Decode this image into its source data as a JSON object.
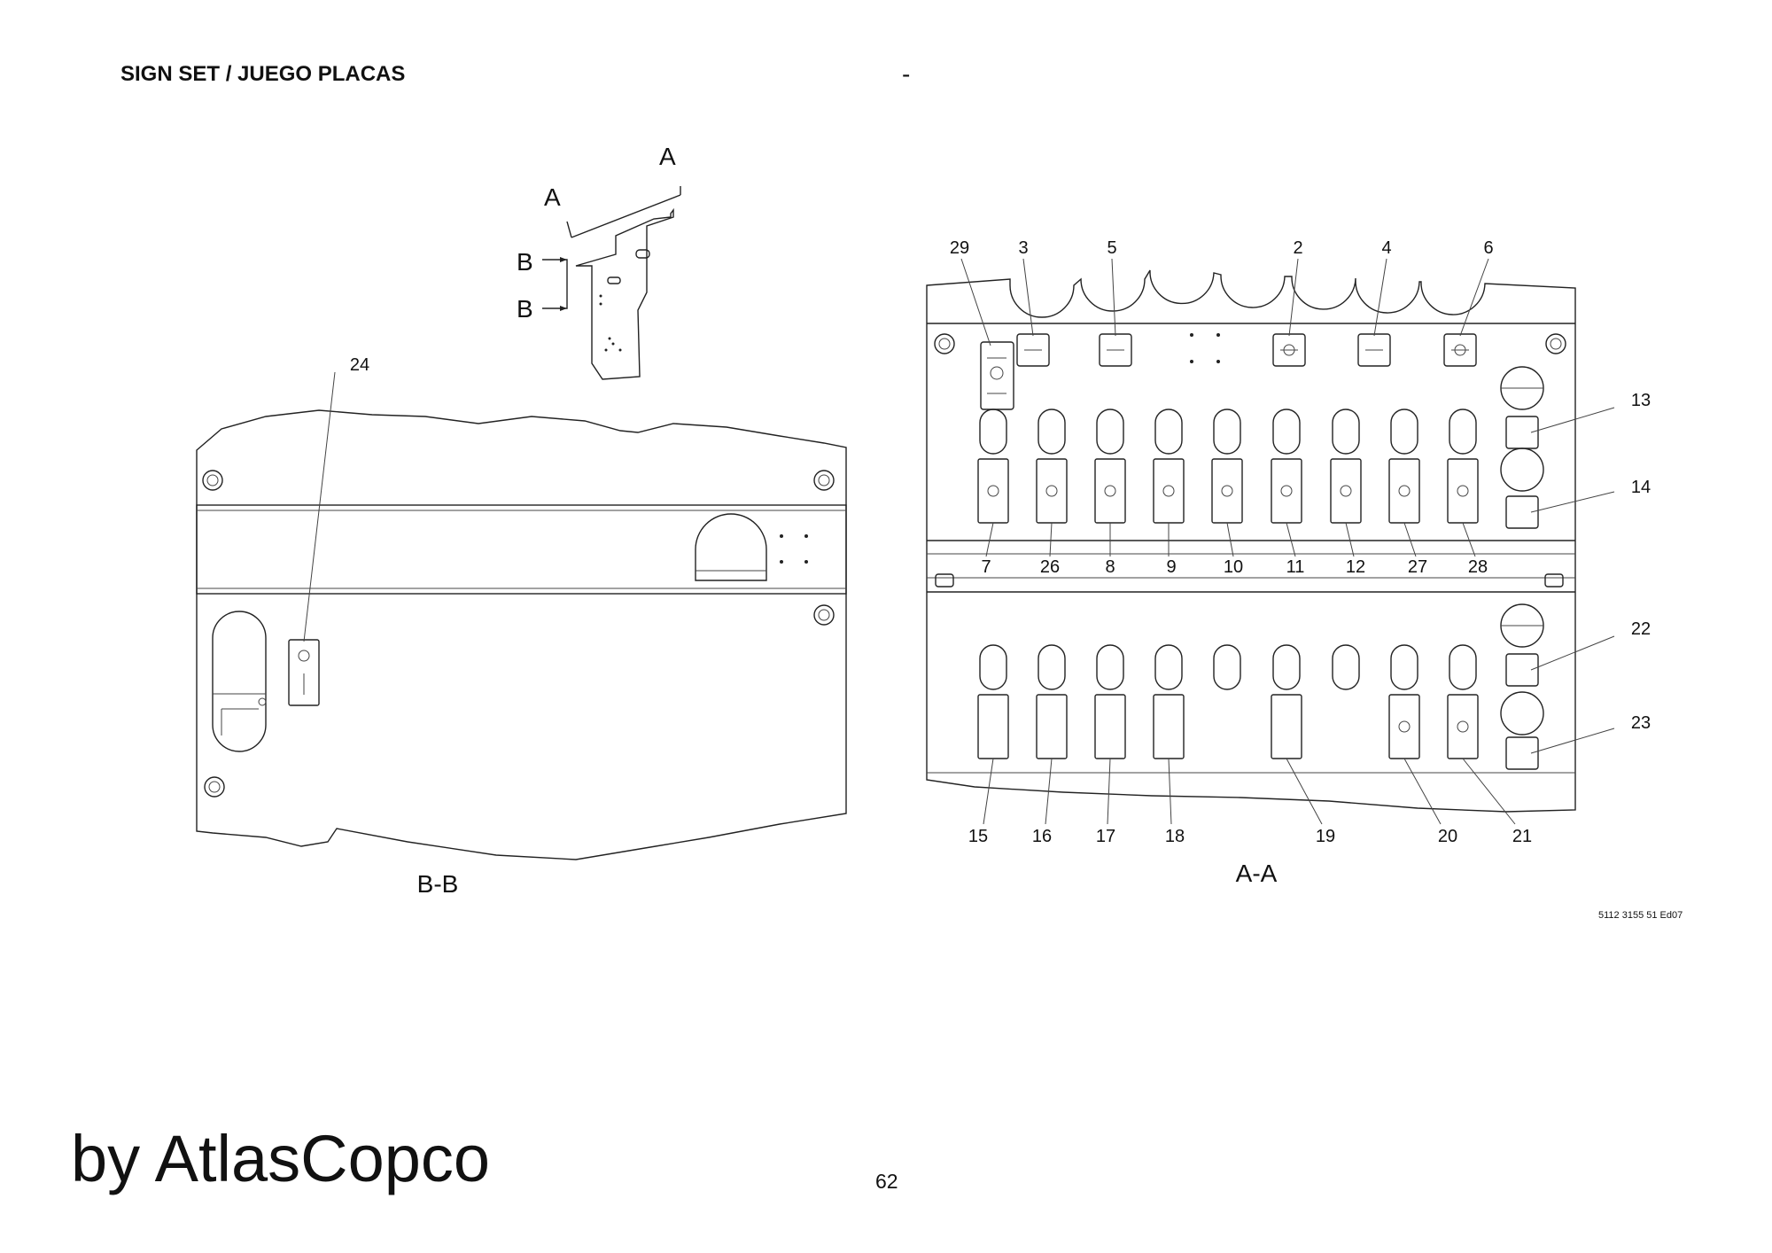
{
  "header": {
    "title": "SIGN SET / JUEGO PLACAS",
    "dash": "-"
  },
  "footer": {
    "brand": "by AtlasCopco",
    "page_number": "62",
    "drawing_number": "5112 3155 51 Ed07"
  },
  "key_view": {
    "section_labels": [
      "A",
      "A",
      "B",
      "B"
    ]
  },
  "view_bb": {
    "title": "B-B",
    "callouts": [
      "24"
    ]
  },
  "view_aa": {
    "title": "A-A",
    "callouts_top": [
      "29",
      "3",
      "5",
      "2",
      "4",
      "6"
    ],
    "callouts_middle": [
      "7",
      "26",
      "8",
      "9",
      "10",
      "11",
      "12",
      "27",
      "28"
    ],
    "callouts_right": [
      "13",
      "14",
      "22",
      "23"
    ],
    "callouts_bottom": [
      "15",
      "16",
      "17",
      "18",
      "19",
      "20",
      "21"
    ]
  }
}
